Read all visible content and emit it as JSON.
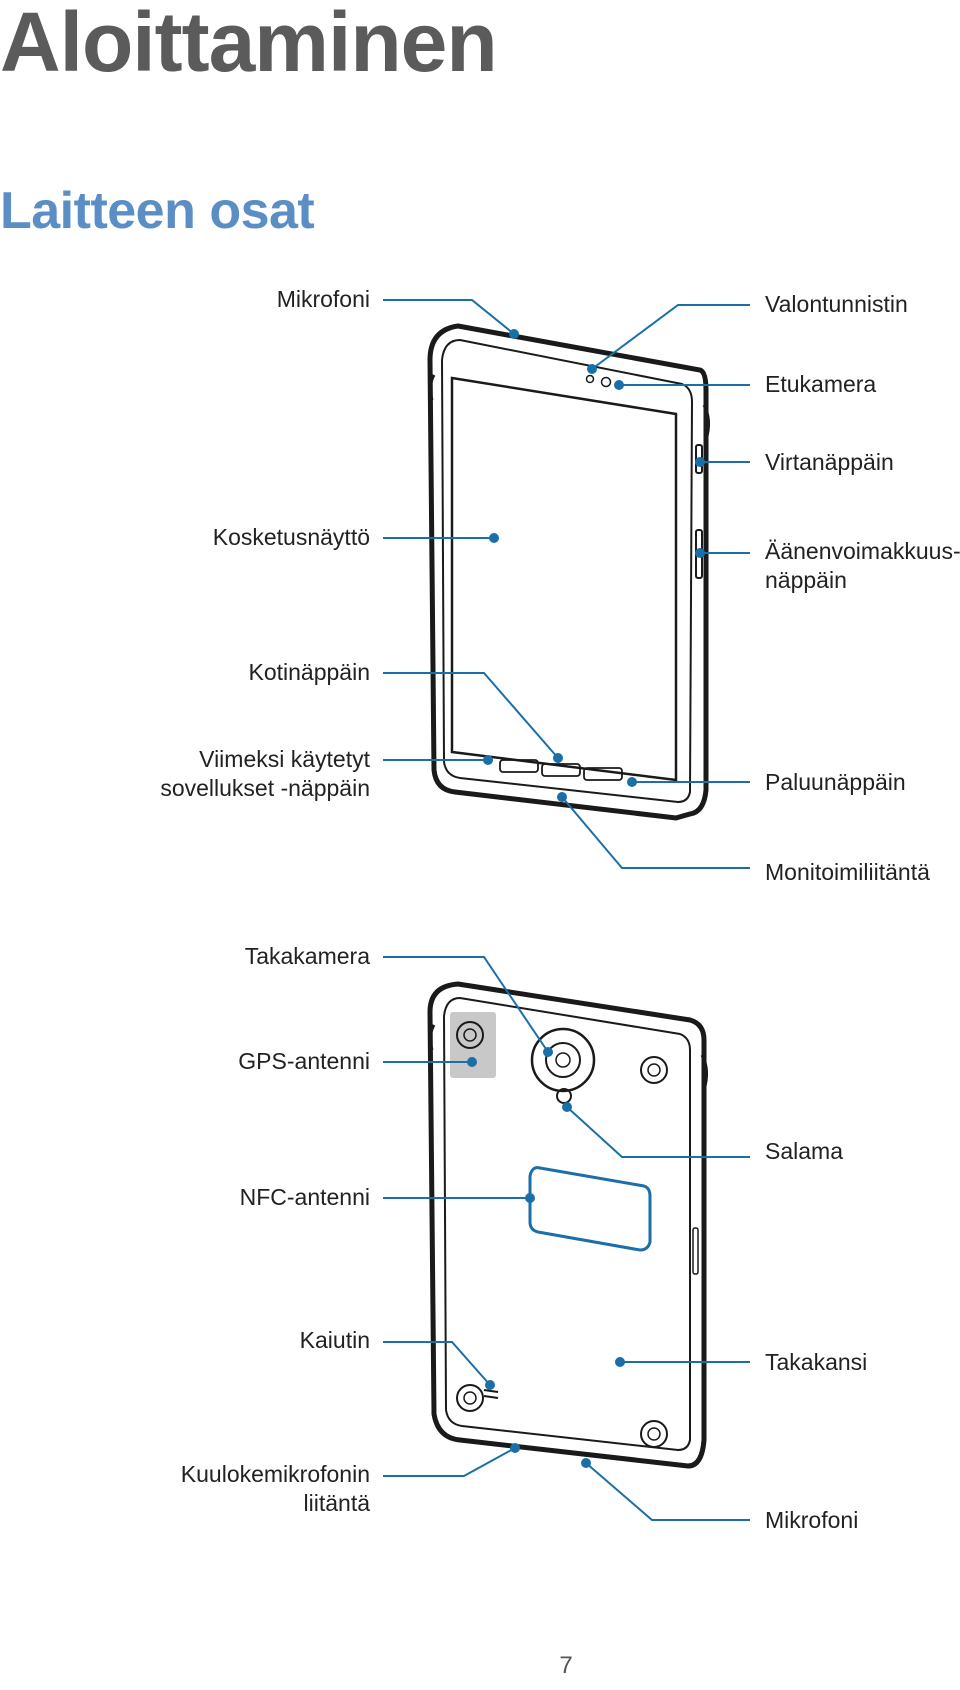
{
  "page": {
    "title": "Aloittaminen",
    "section": "Laitteen osat",
    "page_number": "7"
  },
  "front_labels": {
    "mikrofoni": "Mikrofoni",
    "valontunnistin": "Valontunnistin",
    "etukamera": "Etukamera",
    "virtanappain": "Virtanäppäin",
    "kosketusnaytto": "Kosketusnäyttö",
    "aanenvoimakkuus_line1": "Äänenvoimakkuus-",
    "aanenvoimakkuus_line2": "näppäin",
    "kotinappain": "Kotinäppäin",
    "viimeksi_line1": "Viimeksi käytetyt",
    "viimeksi_line2": "sovellukset -näppäin",
    "paluunappain": "Paluunäppäin",
    "monitoimiliitanta": "Monitoimiliitäntä"
  },
  "back_labels": {
    "takakamera": "Takakamera",
    "gps_antenni": "GPS-antenni",
    "salama": "Salama",
    "nfc_antenni": "NFC-antenni",
    "kaiutin": "Kaiutin",
    "takakansi": "Takakansi",
    "kuulokemikrofoni_line1": "Kuulokemikrofonin",
    "kuulokemikrofoni_line2": "liitäntä",
    "mikrofoni": "Mikrofoni"
  },
  "colors": {
    "callout": "#1b6fa8",
    "title": "#5b5b5b",
    "section": "#5b8ec5"
  }
}
